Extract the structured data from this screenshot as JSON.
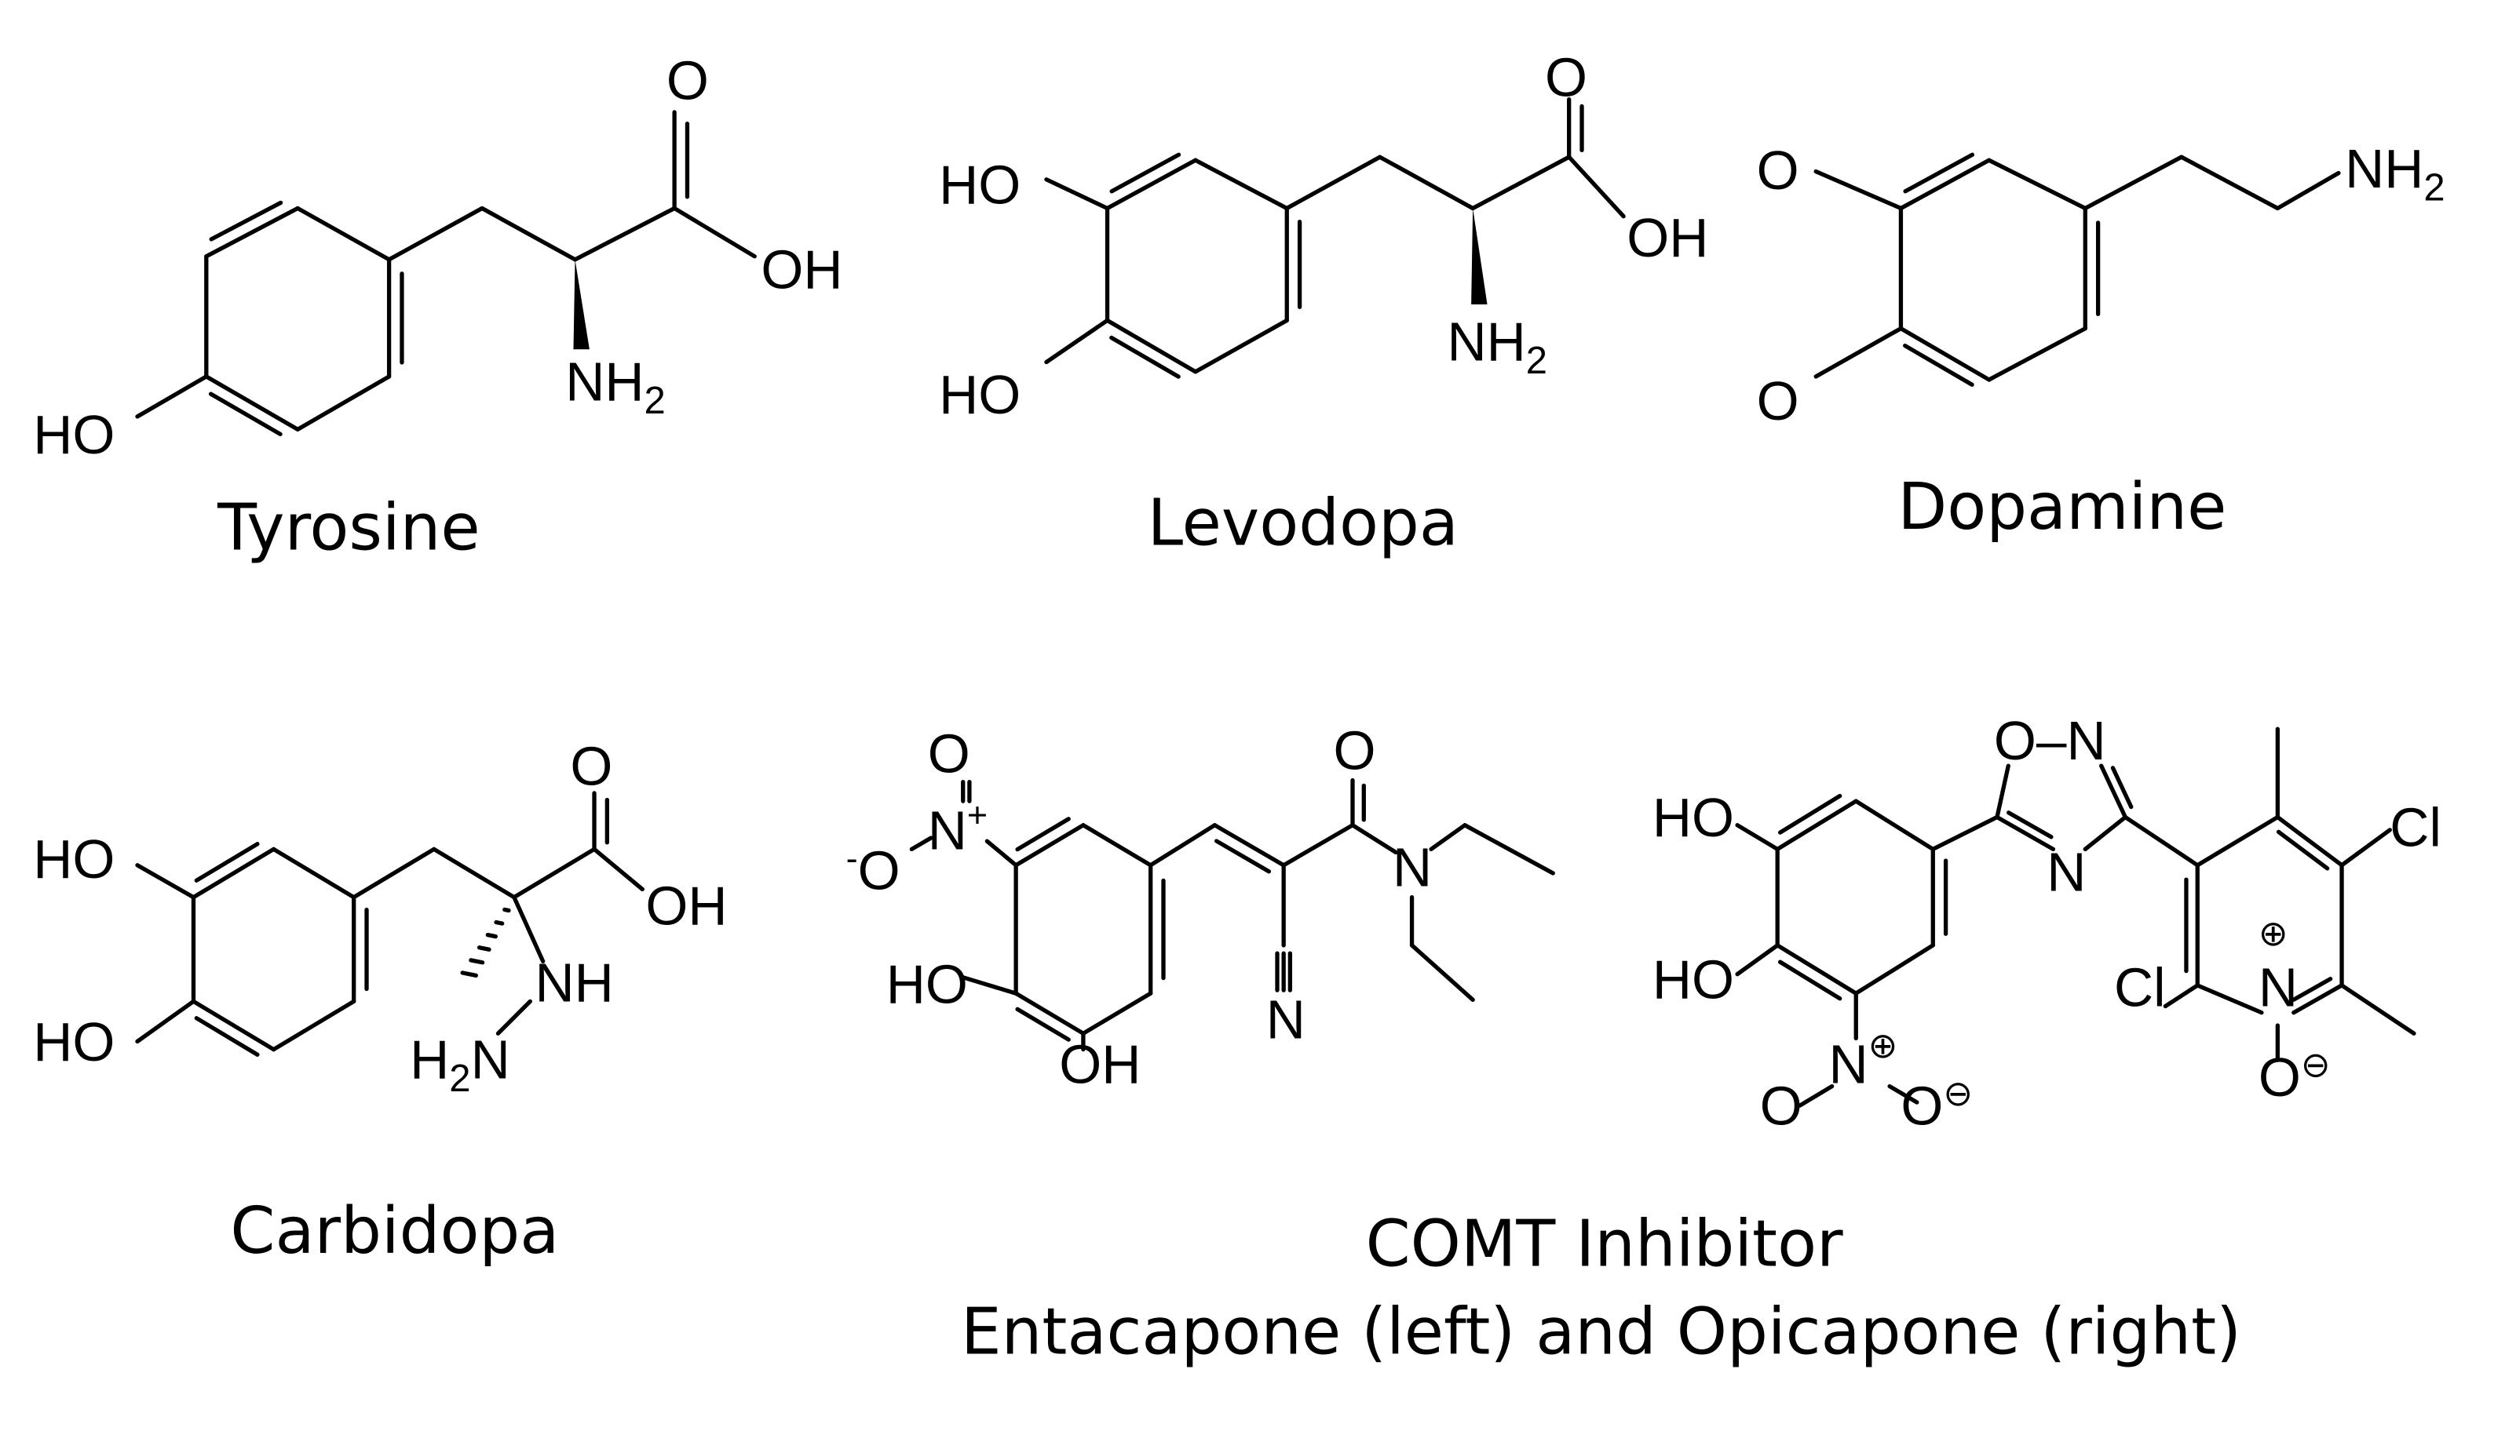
{
  "molecules": {
    "tyrosine": {
      "name": "Tyrosine",
      "atoms": [
        "HO",
        "O",
        "OH",
        "NH",
        "2"
      ]
    },
    "levodopa": {
      "name": "Levodopa",
      "atoms": [
        "HO",
        "HO",
        "O",
        "OH",
        "NH",
        "2"
      ]
    },
    "dopamine": {
      "name": "Dopamine",
      "atoms": [
        "O",
        "O",
        "NH",
        "2"
      ]
    },
    "carbidopa": {
      "name": "Carbidopa",
      "atoms": [
        "HO",
        "HO",
        "O",
        "OH",
        "NH",
        "H",
        "2",
        "N"
      ]
    },
    "entacapone": {
      "atoms": [
        "O",
        "N",
        "+",
        "-",
        "O",
        "HO",
        "OH",
        "O",
        "N",
        "N"
      ]
    },
    "opicapone": {
      "atoms": [
        "HO",
        "HO",
        "O–N",
        "N",
        "N",
        "⊕",
        "O",
        "O",
        "⊖",
        "Cl",
        "Cl",
        "N",
        "⊕",
        "O",
        "⊖"
      ]
    }
  },
  "captions": {
    "comt_title": "COMT Inhibitor",
    "comt_subtitle": "Entacapone (left) and Opicapone (right)"
  }
}
